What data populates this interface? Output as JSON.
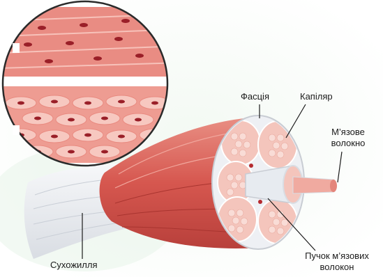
{
  "labels": {
    "fascia": "Фасція",
    "capillary": "Капіляр",
    "muscle_fiber_line1": "М’язове",
    "muscle_fiber_line2": "волокно",
    "fiber_bundle_line1": "Пучок м’язових",
    "fiber_bundle_line2": "волокон",
    "tendon": "Сухожилля"
  },
  "colors": {
    "muscle": "#d9645c",
    "muscle_light": "#f3b7ad",
    "tendon": "#eef0f3",
    "cell_nucleus": "#9a1f28",
    "inset_border": "#2a2a2a",
    "background_tint": "#e9f4ea"
  }
}
